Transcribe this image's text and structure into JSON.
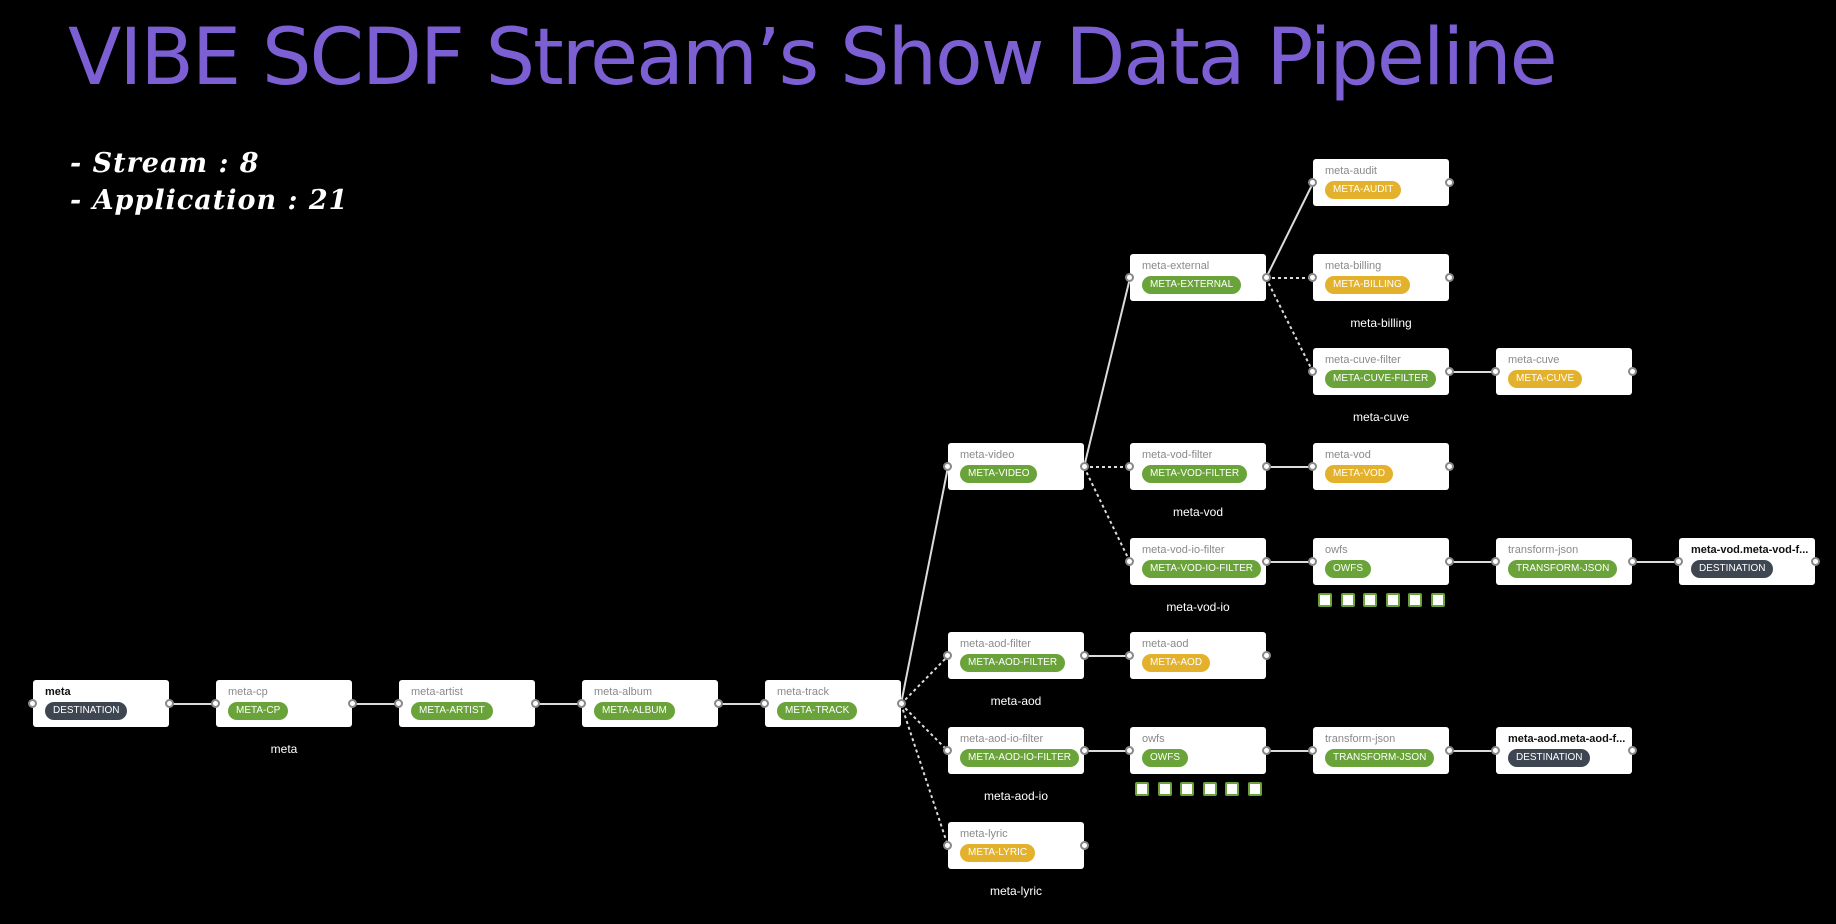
{
  "title": "VIBE SCDF Stream’s Show Data Pipeline",
  "stats": {
    "stream": "- Stream : 8",
    "application": "- Application : 21"
  },
  "colors": {
    "title": "#7b5fd3",
    "green": "#6aa339",
    "yellow": "#e3b12b",
    "dark": "#3d4651"
  },
  "nodes": [
    {
      "id": "meta",
      "name": "meta",
      "badge": "DESTINATION",
      "color": "dark"
    },
    {
      "id": "meta-cp",
      "name": "meta-cp",
      "badge": "META-CP",
      "color": "green"
    },
    {
      "id": "meta-artist",
      "name": "meta-artist",
      "badge": "META-ARTIST",
      "color": "green"
    },
    {
      "id": "meta-album",
      "name": "meta-album",
      "badge": "META-ALBUM",
      "color": "green"
    },
    {
      "id": "meta-track",
      "name": "meta-track",
      "badge": "META-TRACK",
      "color": "green"
    },
    {
      "id": "meta-video",
      "name": "meta-video",
      "badge": "META-VIDEO",
      "color": "green"
    },
    {
      "id": "meta-aod-filter",
      "name": "meta-aod-filter",
      "badge": "META-AOD-FILTER",
      "color": "green"
    },
    {
      "id": "meta-aod-io-filter",
      "name": "meta-aod-io-filter",
      "badge": "META-AOD-IO-FILTER",
      "color": "green"
    },
    {
      "id": "meta-lyric",
      "name": "meta-lyric",
      "badge": "META-LYRIC",
      "color": "yellow"
    },
    {
      "id": "meta-external",
      "name": "meta-external",
      "badge": "META-EXTERNAL",
      "color": "green"
    },
    {
      "id": "meta-vod-filter",
      "name": "meta-vod-filter",
      "badge": "META-VOD-FILTER",
      "color": "green"
    },
    {
      "id": "meta-vod-io-filter",
      "name": "meta-vod-io-filter",
      "badge": "META-VOD-IO-FILTER",
      "color": "green"
    },
    {
      "id": "meta-aod",
      "name": "meta-aod",
      "badge": "META-AOD",
      "color": "yellow"
    },
    {
      "id": "owfs-aod",
      "name": "owfs",
      "badge": "OWFS",
      "color": "green"
    },
    {
      "id": "meta-audit",
      "name": "meta-audit",
      "badge": "META-AUDIT",
      "color": "yellow"
    },
    {
      "id": "meta-billing",
      "name": "meta-billing",
      "badge": "META-BILLING",
      "color": "yellow"
    },
    {
      "id": "meta-cuve-filter",
      "name": "meta-cuve-filter",
      "badge": "META-CUVE-FILTER",
      "color": "green"
    },
    {
      "id": "meta-vod",
      "name": "meta-vod",
      "badge": "META-VOD",
      "color": "yellow"
    },
    {
      "id": "owfs-vod",
      "name": "owfs",
      "badge": "OWFS",
      "color": "green"
    },
    {
      "id": "transform-json-aod",
      "name": "transform-json",
      "badge": "TRANSFORM-JSON",
      "color": "green"
    },
    {
      "id": "meta-cuve",
      "name": "meta-cuve",
      "badge": "META-CUVE",
      "color": "yellow"
    },
    {
      "id": "transform-json-vod",
      "name": "transform-json",
      "badge": "TRANSFORM-JSON",
      "color": "green"
    },
    {
      "id": "dest-aod",
      "name": "meta-aod.meta-aod-f...",
      "badge": "DESTINATION",
      "color": "dark"
    },
    {
      "id": "dest-vod",
      "name": "meta-vod.meta-vod-f...",
      "badge": "DESTINATION",
      "color": "dark"
    }
  ],
  "edges": [
    {
      "from": "meta",
      "to": "meta-cp",
      "style": "solid"
    },
    {
      "from": "meta-cp",
      "to": "meta-artist",
      "style": "solid"
    },
    {
      "from": "meta-artist",
      "to": "meta-album",
      "style": "solid"
    },
    {
      "from": "meta-album",
      "to": "meta-track",
      "style": "solid"
    },
    {
      "from": "meta-track",
      "to": "meta-video",
      "style": "solid"
    },
    {
      "from": "meta-track",
      "to": "meta-aod-filter",
      "style": "dashed"
    },
    {
      "from": "meta-track",
      "to": "meta-aod-io-filter",
      "style": "dashed"
    },
    {
      "from": "meta-track",
      "to": "meta-lyric",
      "style": "dashed"
    },
    {
      "from": "meta-video",
      "to": "meta-external",
      "style": "solid"
    },
    {
      "from": "meta-video",
      "to": "meta-vod-filter",
      "style": "dashed"
    },
    {
      "from": "meta-video",
      "to": "meta-vod-io-filter",
      "style": "dashed"
    },
    {
      "from": "meta-external",
      "to": "meta-audit",
      "style": "solid"
    },
    {
      "from": "meta-external",
      "to": "meta-billing",
      "style": "dashed"
    },
    {
      "from": "meta-external",
      "to": "meta-cuve-filter",
      "style": "dashed"
    },
    {
      "from": "meta-cuve-filter",
      "to": "meta-cuve",
      "style": "solid"
    },
    {
      "from": "meta-vod-filter",
      "to": "meta-vod",
      "style": "solid"
    },
    {
      "from": "meta-vod-io-filter",
      "to": "owfs-vod",
      "style": "solid"
    },
    {
      "from": "owfs-vod",
      "to": "transform-json-vod",
      "style": "solid"
    },
    {
      "from": "transform-json-vod",
      "to": "dest-vod",
      "style": "solid"
    },
    {
      "from": "meta-aod-filter",
      "to": "meta-aod",
      "style": "solid"
    },
    {
      "from": "meta-aod-io-filter",
      "to": "owfs-aod",
      "style": "solid"
    },
    {
      "from": "owfs-aod",
      "to": "transform-json-aod",
      "style": "solid"
    },
    {
      "from": "transform-json-aod",
      "to": "dest-aod",
      "style": "solid"
    }
  ],
  "stream_labels": [
    {
      "text": "meta",
      "under": "meta-cp"
    },
    {
      "text": "meta-billing",
      "under": "meta-billing"
    },
    {
      "text": "meta-cuve",
      "under": "meta-cuve-filter"
    },
    {
      "text": "meta-vod",
      "under": "meta-vod-filter"
    },
    {
      "text": "meta-vod-io",
      "under": "meta-vod-io-filter"
    },
    {
      "text": "meta-aod",
      "under": "meta-aod-filter"
    },
    {
      "text": "meta-aod-io",
      "under": "meta-aod-io-filter"
    },
    {
      "text": "meta-lyric",
      "under": "meta-lyric"
    }
  ],
  "instances": [
    {
      "under": "owfs-vod",
      "count": 6
    },
    {
      "under": "owfs-aod",
      "count": 6
    }
  ]
}
